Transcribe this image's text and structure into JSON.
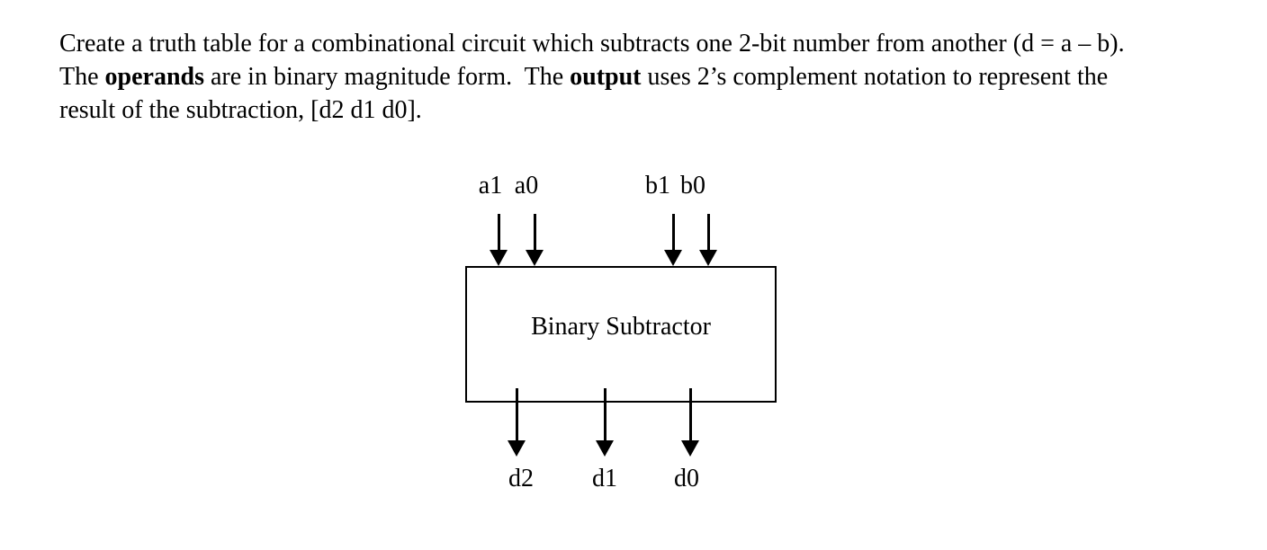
{
  "problem": {
    "part1": "Create a truth table for a combinational circuit which subtracts one 2-bit number from another (d = a – b).  The ",
    "bold1": "operands",
    "part2": " are in binary magnitude form.  The ",
    "bold2": "output",
    "part3": " uses 2’s complement notation to represent the result of the subtraction, [d2 d1 d0]."
  },
  "diagram": {
    "box_label": "Binary Subtractor",
    "inputs": {
      "a1": "a1",
      "a0": "a0",
      "b1": "b1",
      "b0": "b0"
    },
    "outputs": {
      "d2": "d2",
      "d1": "d1",
      "d0": "d0"
    },
    "colors": {
      "ink": "#000000",
      "background": "#ffffff"
    }
  }
}
